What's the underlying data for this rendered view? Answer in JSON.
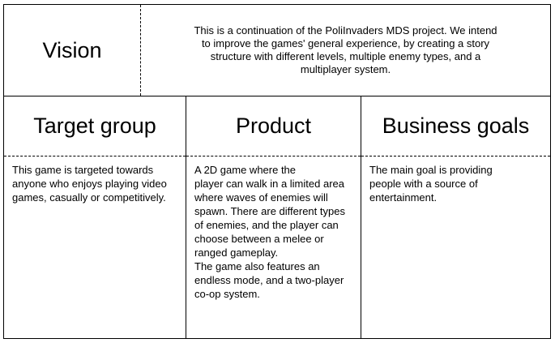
{
  "vision": {
    "title": "Vision",
    "text": "This is a continuation of the PoliInvaders MDS project. We intend\nto improve the games' general experience, by creating a story\nstructure with different levels, multiple enemy types, and a\nmultiplayer system."
  },
  "target_group": {
    "title": "Target group",
    "text": "      This game is targeted towards\nanyone who enjoys playing video\ngames, casually or competitively."
  },
  "product": {
    "title": "Product",
    "text": "        A 2D game where the\nplayer can walk in a limited area\nwhere waves of enemies will\nspawn. There are different types\nof enemies, and the player can\nchoose between a melee or\nranged gameplay.\n        The game also features an\nendless mode, and a two-player\nco-op system."
  },
  "business_goals": {
    "title": "Business goals",
    "text": "        The main goal is providing\npeople with a source of\nentertainment."
  }
}
